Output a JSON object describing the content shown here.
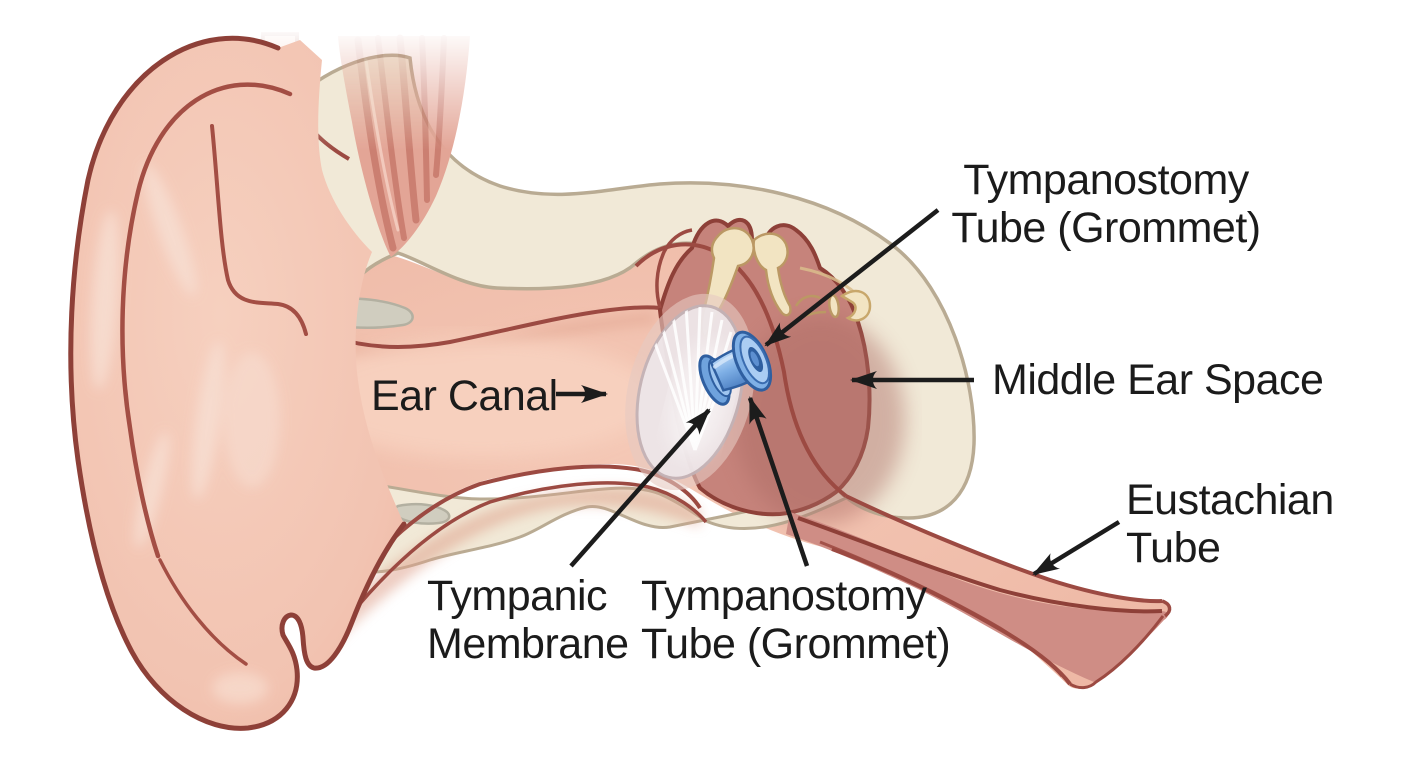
{
  "figure": {
    "type": "medical-illustration",
    "subject": "Cross-section of the human ear showing a tympanostomy tube (grommet) inserted in the tympanic membrane"
  },
  "labels": {
    "tympanostomy_top": {
      "line1": "Tympanostomy",
      "line2": "Tube (Grommet)",
      "target": "tympanostomy-tube-grommet"
    },
    "middle_ear_space": {
      "text": "Middle Ear Space",
      "target": "middle-ear-space"
    },
    "ear_canal": {
      "text": "Ear Canal",
      "target": "ear-canal"
    },
    "eustachian_tube": {
      "line1": "Eustachian",
      "line2": "Tube",
      "target": "eustachian-tube"
    },
    "tympanic_membrane": {
      "line1": "Tympanic",
      "line2": "Membrane",
      "target": "tympanic-membrane"
    },
    "tympanostomy_bottom": {
      "line1": "Tympanostomy",
      "line2": "Tube (Grommet)",
      "target": "tympanostomy-tube-grommet"
    }
  },
  "anatomy_parts": [
    "outer-ear-pinna",
    "ear-canal",
    "tympanic-membrane",
    "tympanostomy-tube-grommet",
    "middle-ear-space",
    "ossicles",
    "eustachian-tube",
    "temporal-bone",
    "cartilage",
    "muscle"
  ],
  "palette": {
    "background": "#ffffff",
    "skin": "#f2c3b1",
    "skin_shade": "#dfa18c",
    "outline_dark_red": "#9c4a42",
    "bone_cream": "#f1e9d7",
    "bone_outline": "#b9ab93",
    "cartilage_gray": "#d0cdbf",
    "middle_ear_mauve": "#c6837b",
    "ossicle_cream": "#f2e4c2",
    "membrane_gray": "#eee7ea",
    "grommet_blue": "#7fb0e6",
    "grommet_blue_dark": "#2f5fa0",
    "muscle_red": "#cb7f71",
    "label_text": "#1b1b1b"
  }
}
